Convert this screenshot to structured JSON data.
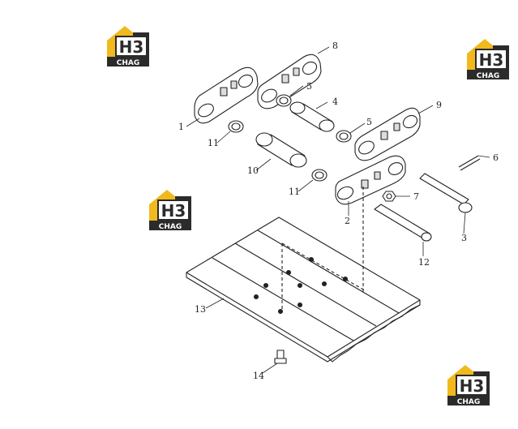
{
  "logos": [
    {
      "name": "logo-top-left",
      "mark": "H3",
      "word": "CHAG"
    },
    {
      "name": "logo-top-right",
      "mark": "H3",
      "word": "CHAG"
    },
    {
      "name": "logo-middle-left",
      "mark": "H3",
      "word": "CHAG"
    },
    {
      "name": "logo-bottom-right",
      "mark": "H3",
      "word": "CHAG"
    }
  ],
  "callouts": [
    "1",
    "2",
    "3",
    "4",
    "5",
    "5",
    "6",
    "7",
    "8",
    "9",
    "10",
    "11",
    "11",
    "12",
    "13",
    "14"
  ],
  "colors": {
    "logo_yellow": "#f2b91c",
    "logo_dark": "#2b2b2b",
    "line": "#222222"
  }
}
